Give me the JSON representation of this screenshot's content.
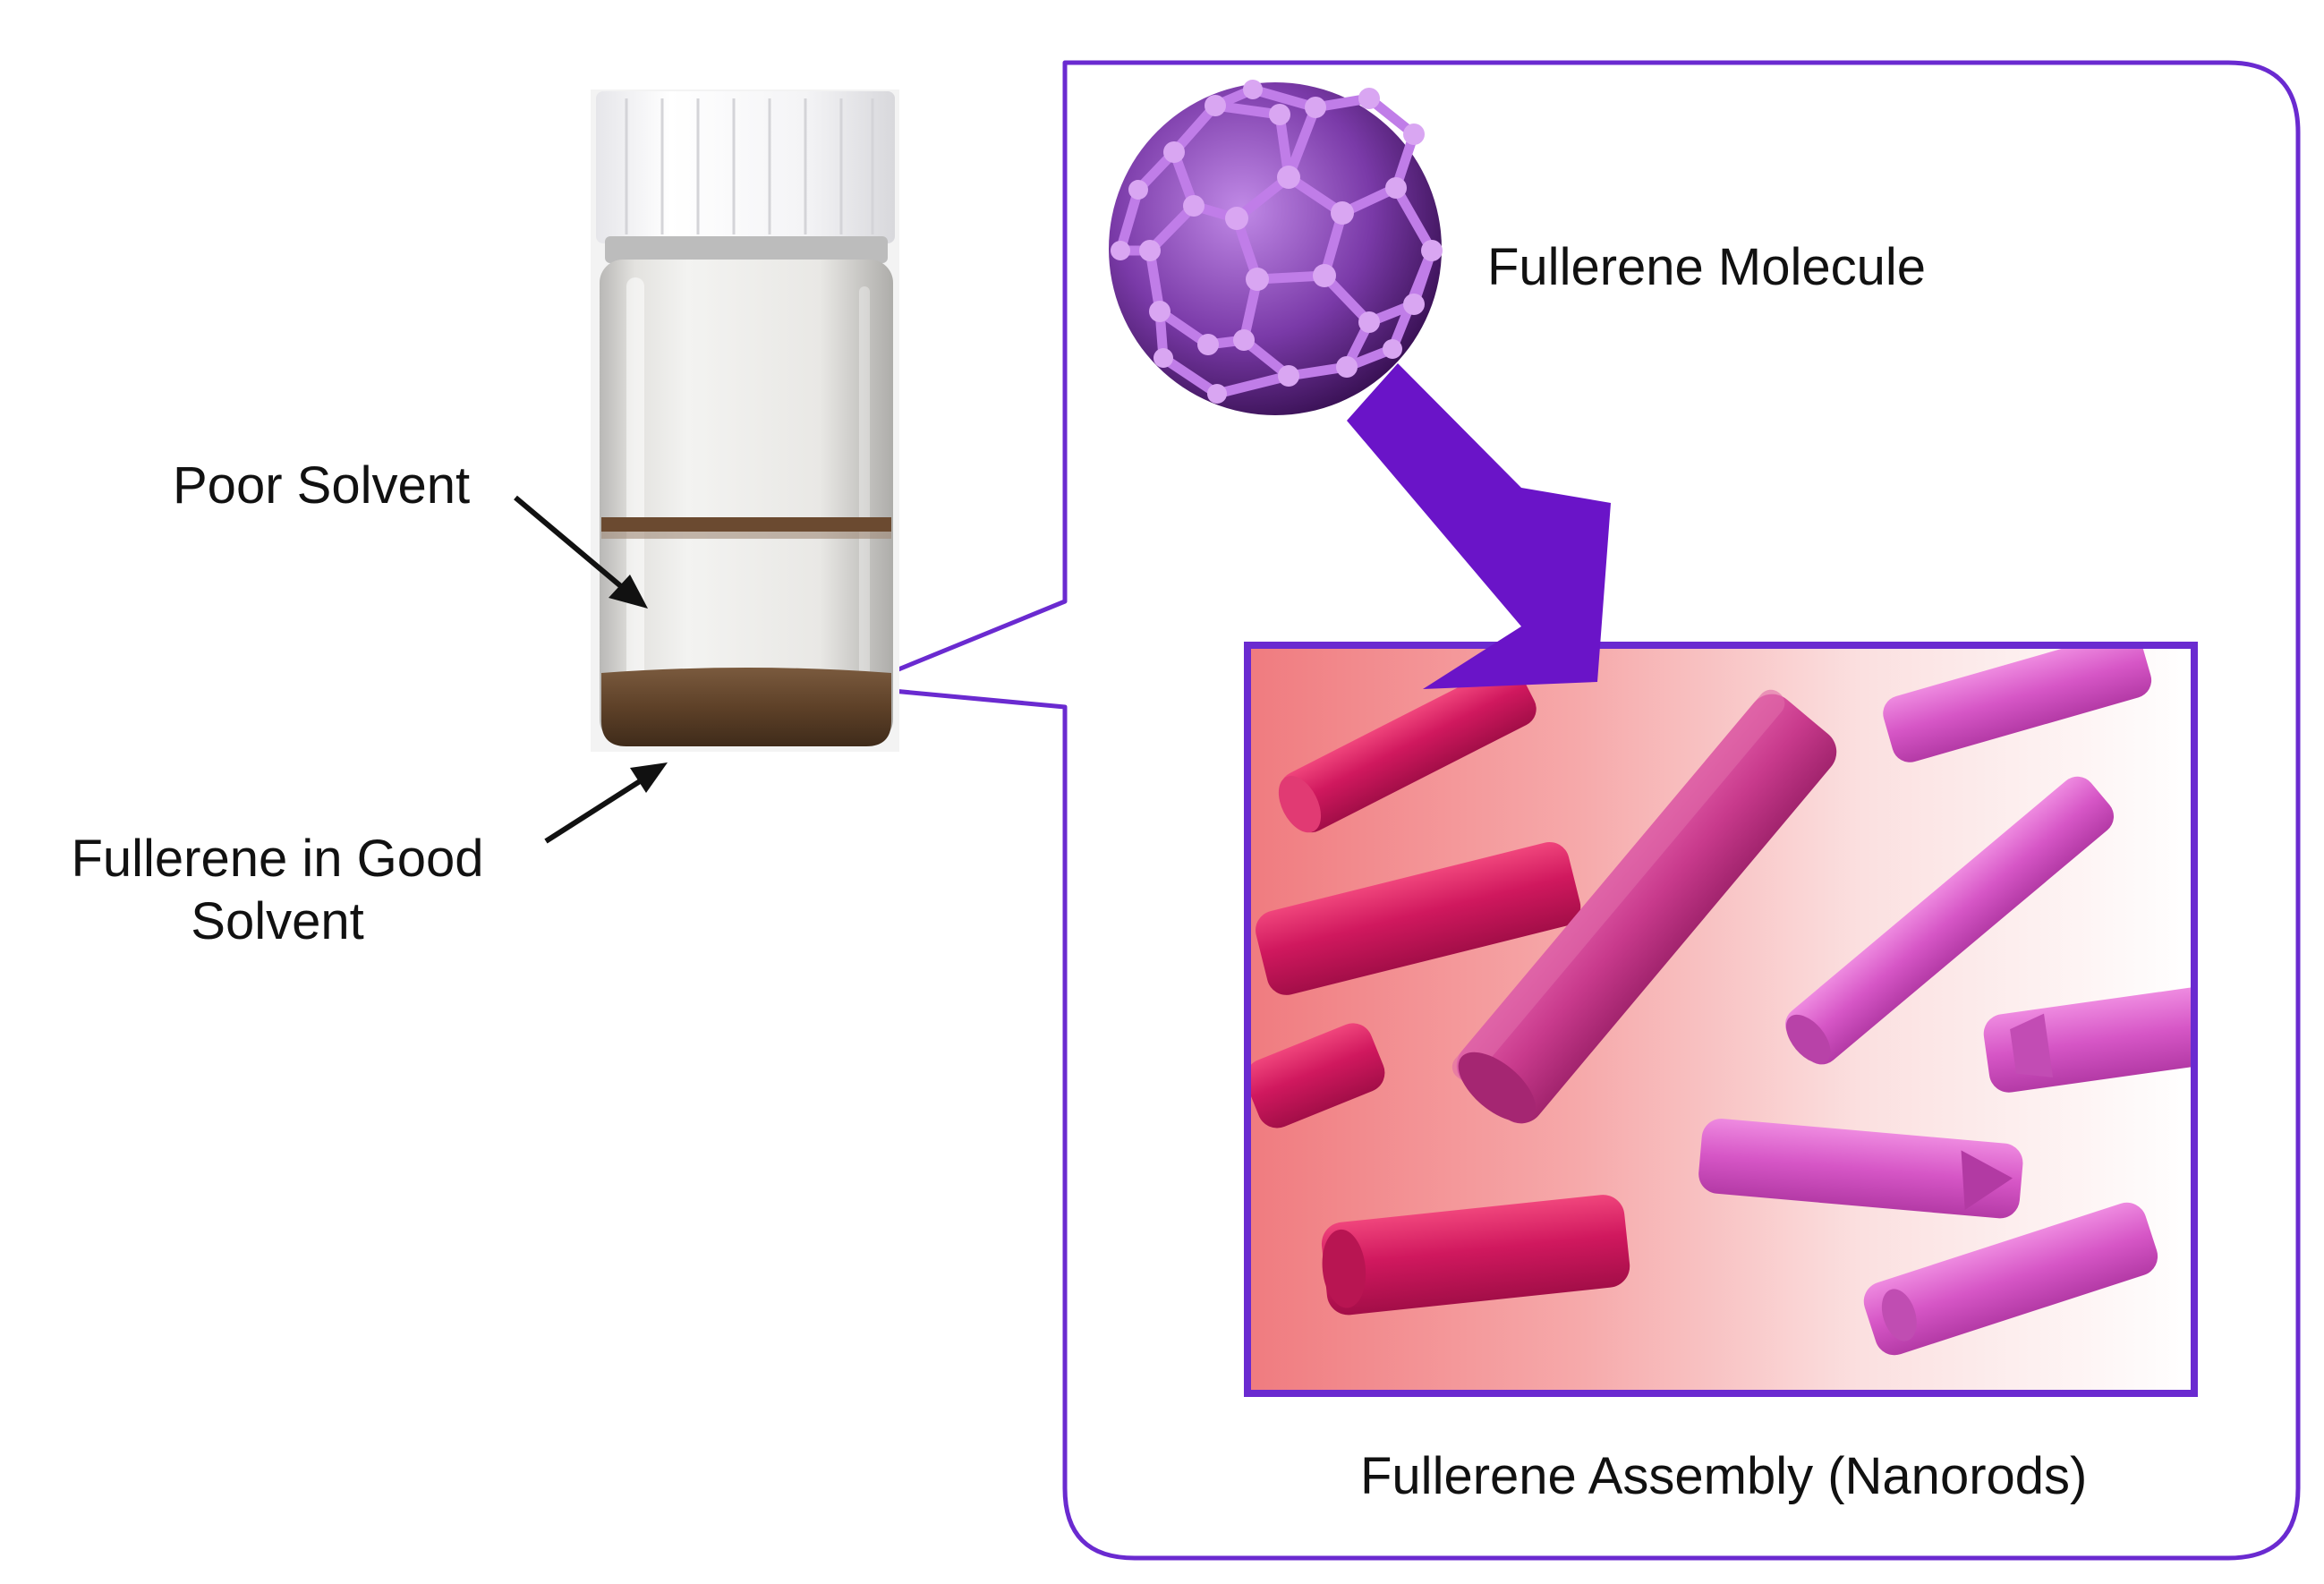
{
  "labels": {
    "poor_solvent": "Poor Solvent",
    "fullerene_good_solvent": "Fullerene in Good Solvent",
    "fullerene_molecule": "Fullerene Molecule",
    "fullerene_assembly": "Fullerene Assembly (Nanorods)"
  },
  "colors": {
    "frame_purple": "#6a2ad0",
    "arrow_purple": "#6a14c8",
    "molecule_purple": "#a955d8",
    "rod_dark": "#d0185e",
    "rod_light": "#d656c6",
    "precipitate_brown": "#5e4128"
  },
  "icons": {
    "molecule": "buckyball-c60-icon",
    "vial": "vial-photo"
  }
}
